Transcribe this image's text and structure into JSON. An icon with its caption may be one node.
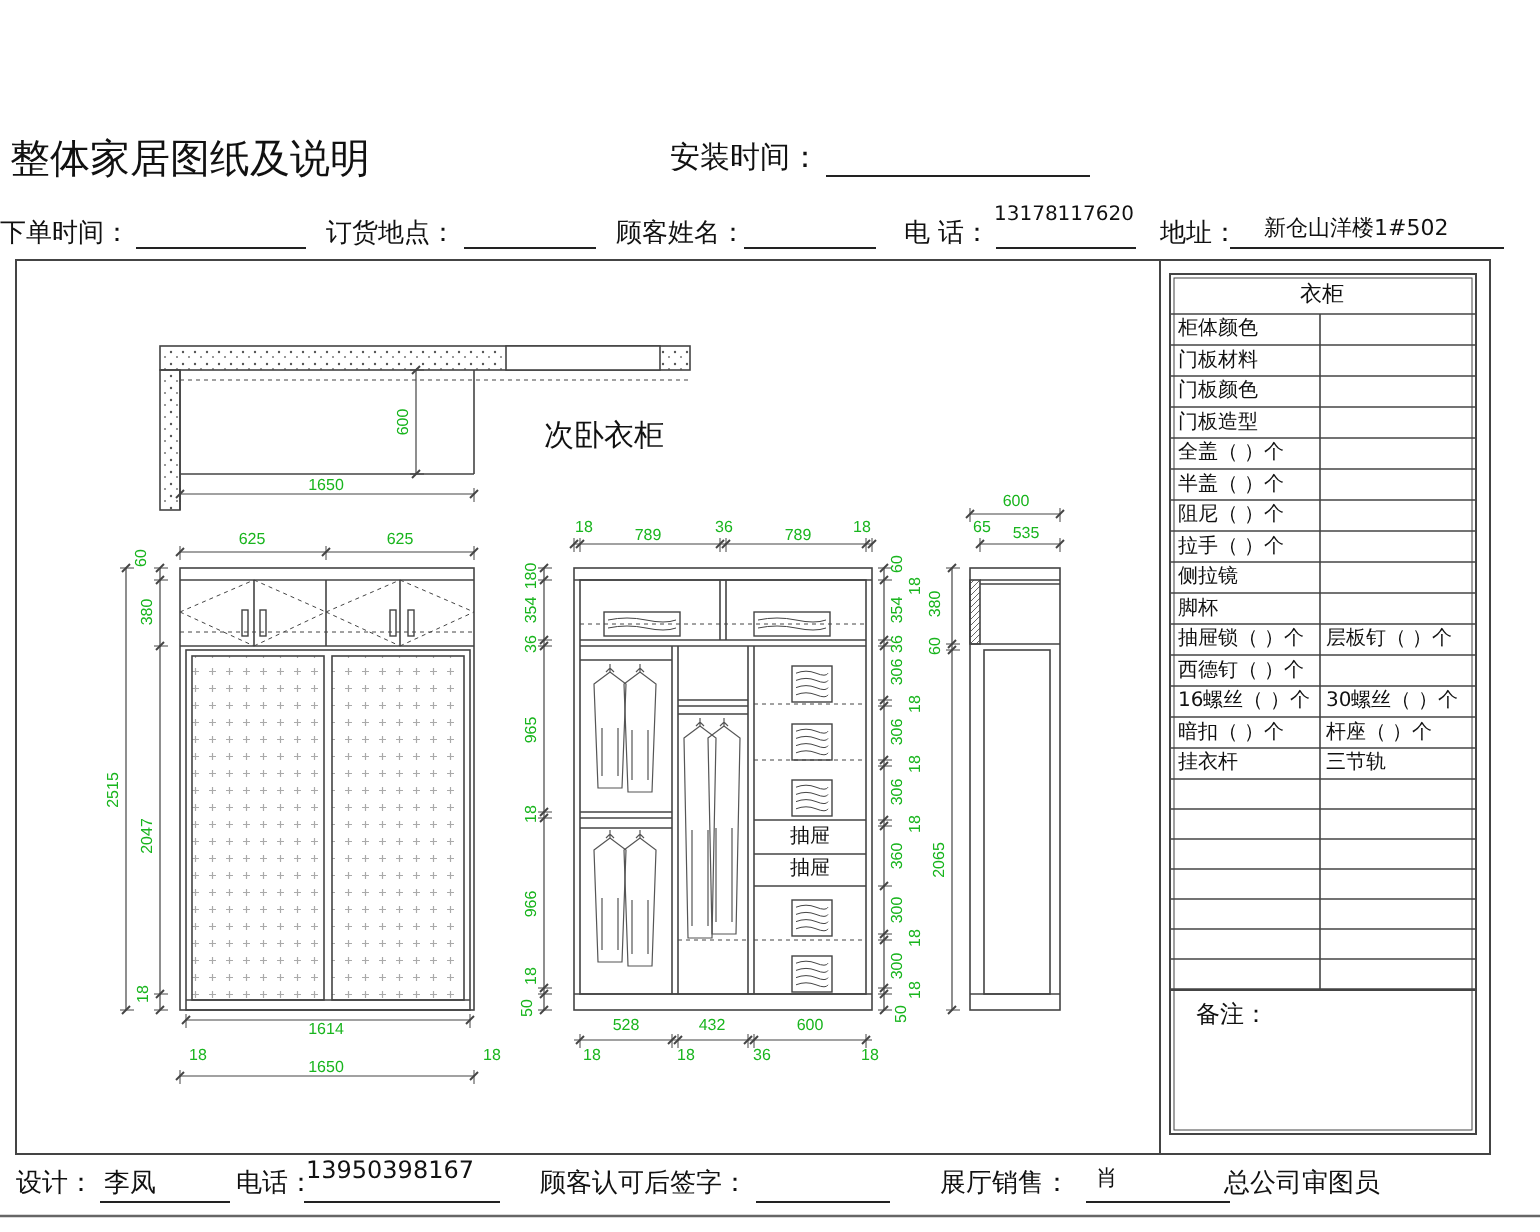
{
  "diagram": {
    "title": "整体家居图纸及说明",
    "labels": [
      "安装时间：",
      "下单时间：",
      "订货地点：",
      "顾客姓名：",
      "电 话：",
      "13178117620",
      "地址：",
      "新仓山洋楼1#502",
      "次卧衣柜",
      "600",
      "1650",
      "625",
      "625",
      "60",
      "380",
      "2515",
      "2047",
      "18",
      "1614",
      "18",
      "1650",
      "18",
      "18",
      "789",
      "36",
      "789",
      "18",
      "180",
      "354",
      "36",
      "965",
      "18",
      "966",
      "18",
      "50",
      "60",
      "18",
      "354",
      "36",
      "306",
      "18",
      "306",
      "18",
      "306",
      "18",
      "360",
      "300",
      "18",
      "300",
      "18",
      "50",
      "抽屉",
      "抽屉",
      "528",
      "432",
      "600",
      "18",
      "18",
      "36",
      "18",
      "600",
      "65",
      "535",
      "380",
      "60",
      "2065",
      "衣柜",
      "柜体颜色",
      "门板材料",
      "门板颜色",
      "门板造型",
      "全盖（ ）个",
      "半盖（ ）个",
      "阻尼（ ）个",
      "拉手（ ）个",
      "侧拉镜",
      "脚杯",
      "抽屉锁（ ）个",
      "层板钉（ ）个",
      "西德钉（ ）个",
      "16螺丝（ ）个",
      "30螺丝（ ）个",
      "暗扣（ ）个",
      "杆座（ ）个",
      "挂衣杆",
      "三节轨",
      "备注：",
      "设计：",
      "李凤",
      "电话：",
      "13950398167",
      "顾客认可后签字：",
      "展厅销售：",
      "肖",
      "总公司审图员"
    ]
  }
}
